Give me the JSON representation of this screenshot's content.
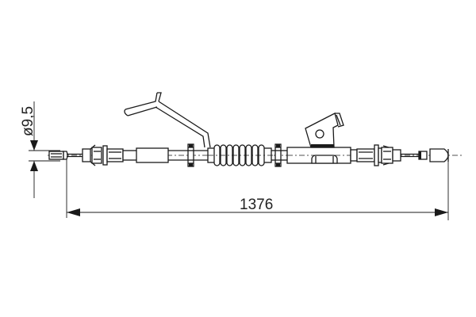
{
  "drawing": {
    "type": "technical-drawing",
    "subject": "parking brake cable",
    "line_color": "#1a1a1a",
    "background": "#ffffff"
  },
  "dimensions": {
    "length": {
      "label": "1376",
      "orientation": "horizontal"
    },
    "diameter": {
      "label": "ø9,5",
      "orientation": "vertical"
    }
  }
}
